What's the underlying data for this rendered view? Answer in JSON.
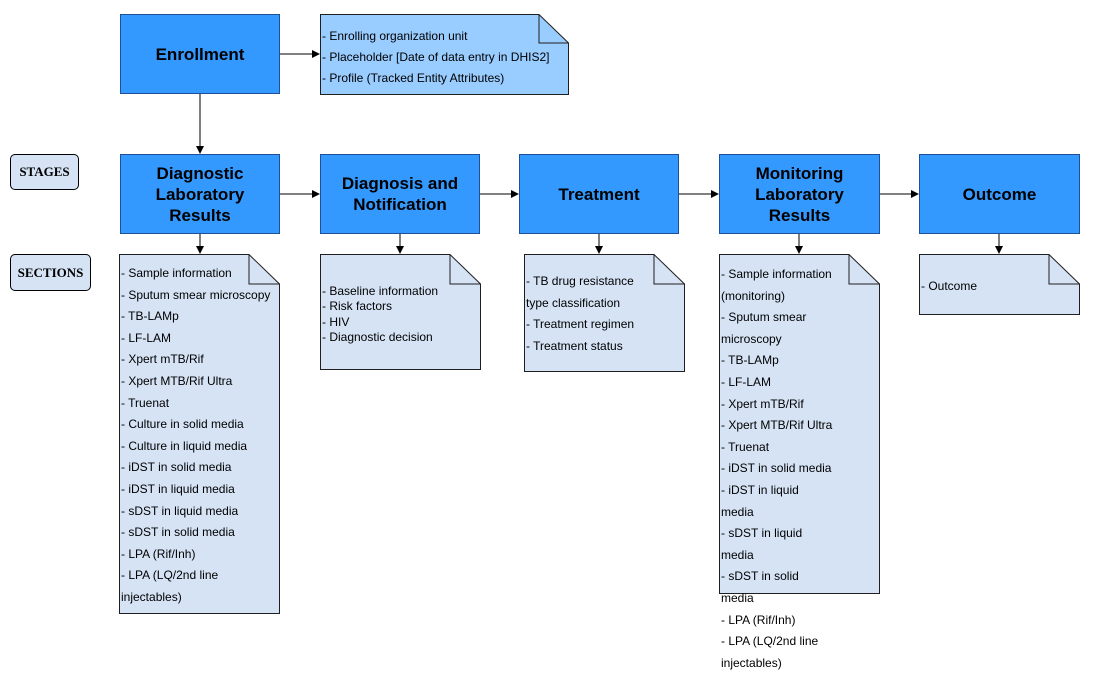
{
  "stages_tag": "STAGES",
  "sections_tag": "SECTIONS",
  "enrollment": {
    "title": "Enrollment",
    "items": [
      "- Enrolling organization unit",
      "- Placeholder [Date of data entry in DHIS2]",
      "- Profile (Tracked Entity Attributes)"
    ]
  },
  "stages": [
    {
      "title": "Diagnostic Laboratory Results",
      "items": [
        "- Sample information",
        "- Sputum smear microscopy",
        "- TB-LAMp",
        "- LF-LAM",
        "- Xpert mTB/Rif",
        "- Xpert MTB/Rif Ultra",
        "- Truenat",
        "- Culture in solid media",
        "- Culture in liquid media",
        "- iDST in solid media",
        "- iDST in liquid media",
        "- sDST in liquid media",
        "- sDST in solid media",
        "- LPA (Rif/Inh)",
        "- LPA (LQ/2nd line injectables)"
      ]
    },
    {
      "title": "Diagnosis and Notification",
      "items": [
        "- Baseline information",
        "- Risk factors",
        "- HIV",
        "- Diagnostic decision"
      ]
    },
    {
      "title": "Treatment",
      "items": [
        "- TB drug resistance type classification",
        "- Treatment regimen",
        "- Treatment status"
      ]
    },
    {
      "title": "Monitoring Laboratory Results",
      "items": [
        "- Sample information (monitoring)",
        "- Sputum smear microscopy",
        "- TB-LAMp",
        "- LF-LAM",
        "- Xpert mTB/Rif",
        "- Xpert MTB/Rif Ultra",
        "- Truenat",
        "- iDST in solid media",
        "- iDST in liquid media",
        "- sDST in liquid media",
        "- sDST in solid media",
        "- LPA (Rif/Inh)",
        "- LPA (LQ/2nd line injectables)"
      ]
    },
    {
      "title": "Outcome",
      "items": [
        "- Outcome"
      ]
    }
  ],
  "colors": {
    "stage_fill": "#3399ff",
    "stage_border": "#1f4e9a",
    "note_fill": "#d5e3f5",
    "enroll_note_fill": "#99ccff",
    "tag_fill": "#d5e3f5"
  }
}
